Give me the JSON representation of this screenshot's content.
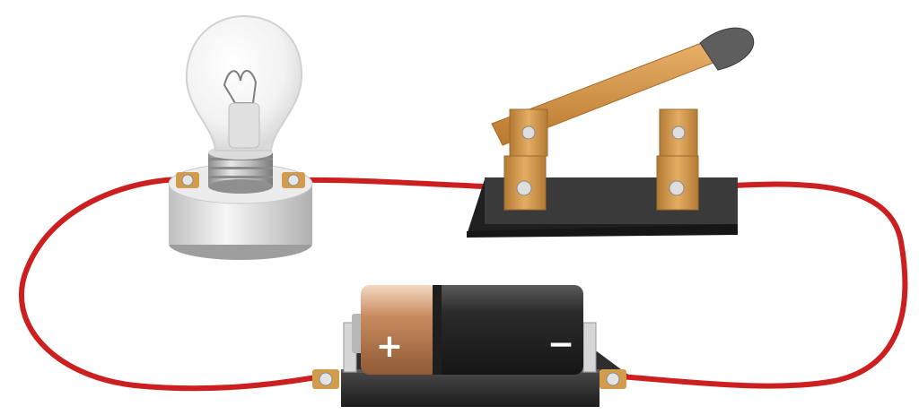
{
  "diagram": {
    "components": [
      {
        "id": "bulb",
        "kind": "light-bulb"
      },
      {
        "id": "switch",
        "kind": "knife-switch",
        "state": "open"
      },
      {
        "id": "battery",
        "kind": "battery-cell"
      }
    ],
    "battery": {
      "positive_symbol": "+",
      "negative_symbol": "−"
    },
    "colors": {
      "wire": "#cc1f1f",
      "battery_top": "#c88b5f",
      "battery_body": "#2b2b2b",
      "switch_base": "#2f2f30",
      "switch_brass": "#d39c4d"
    }
  }
}
